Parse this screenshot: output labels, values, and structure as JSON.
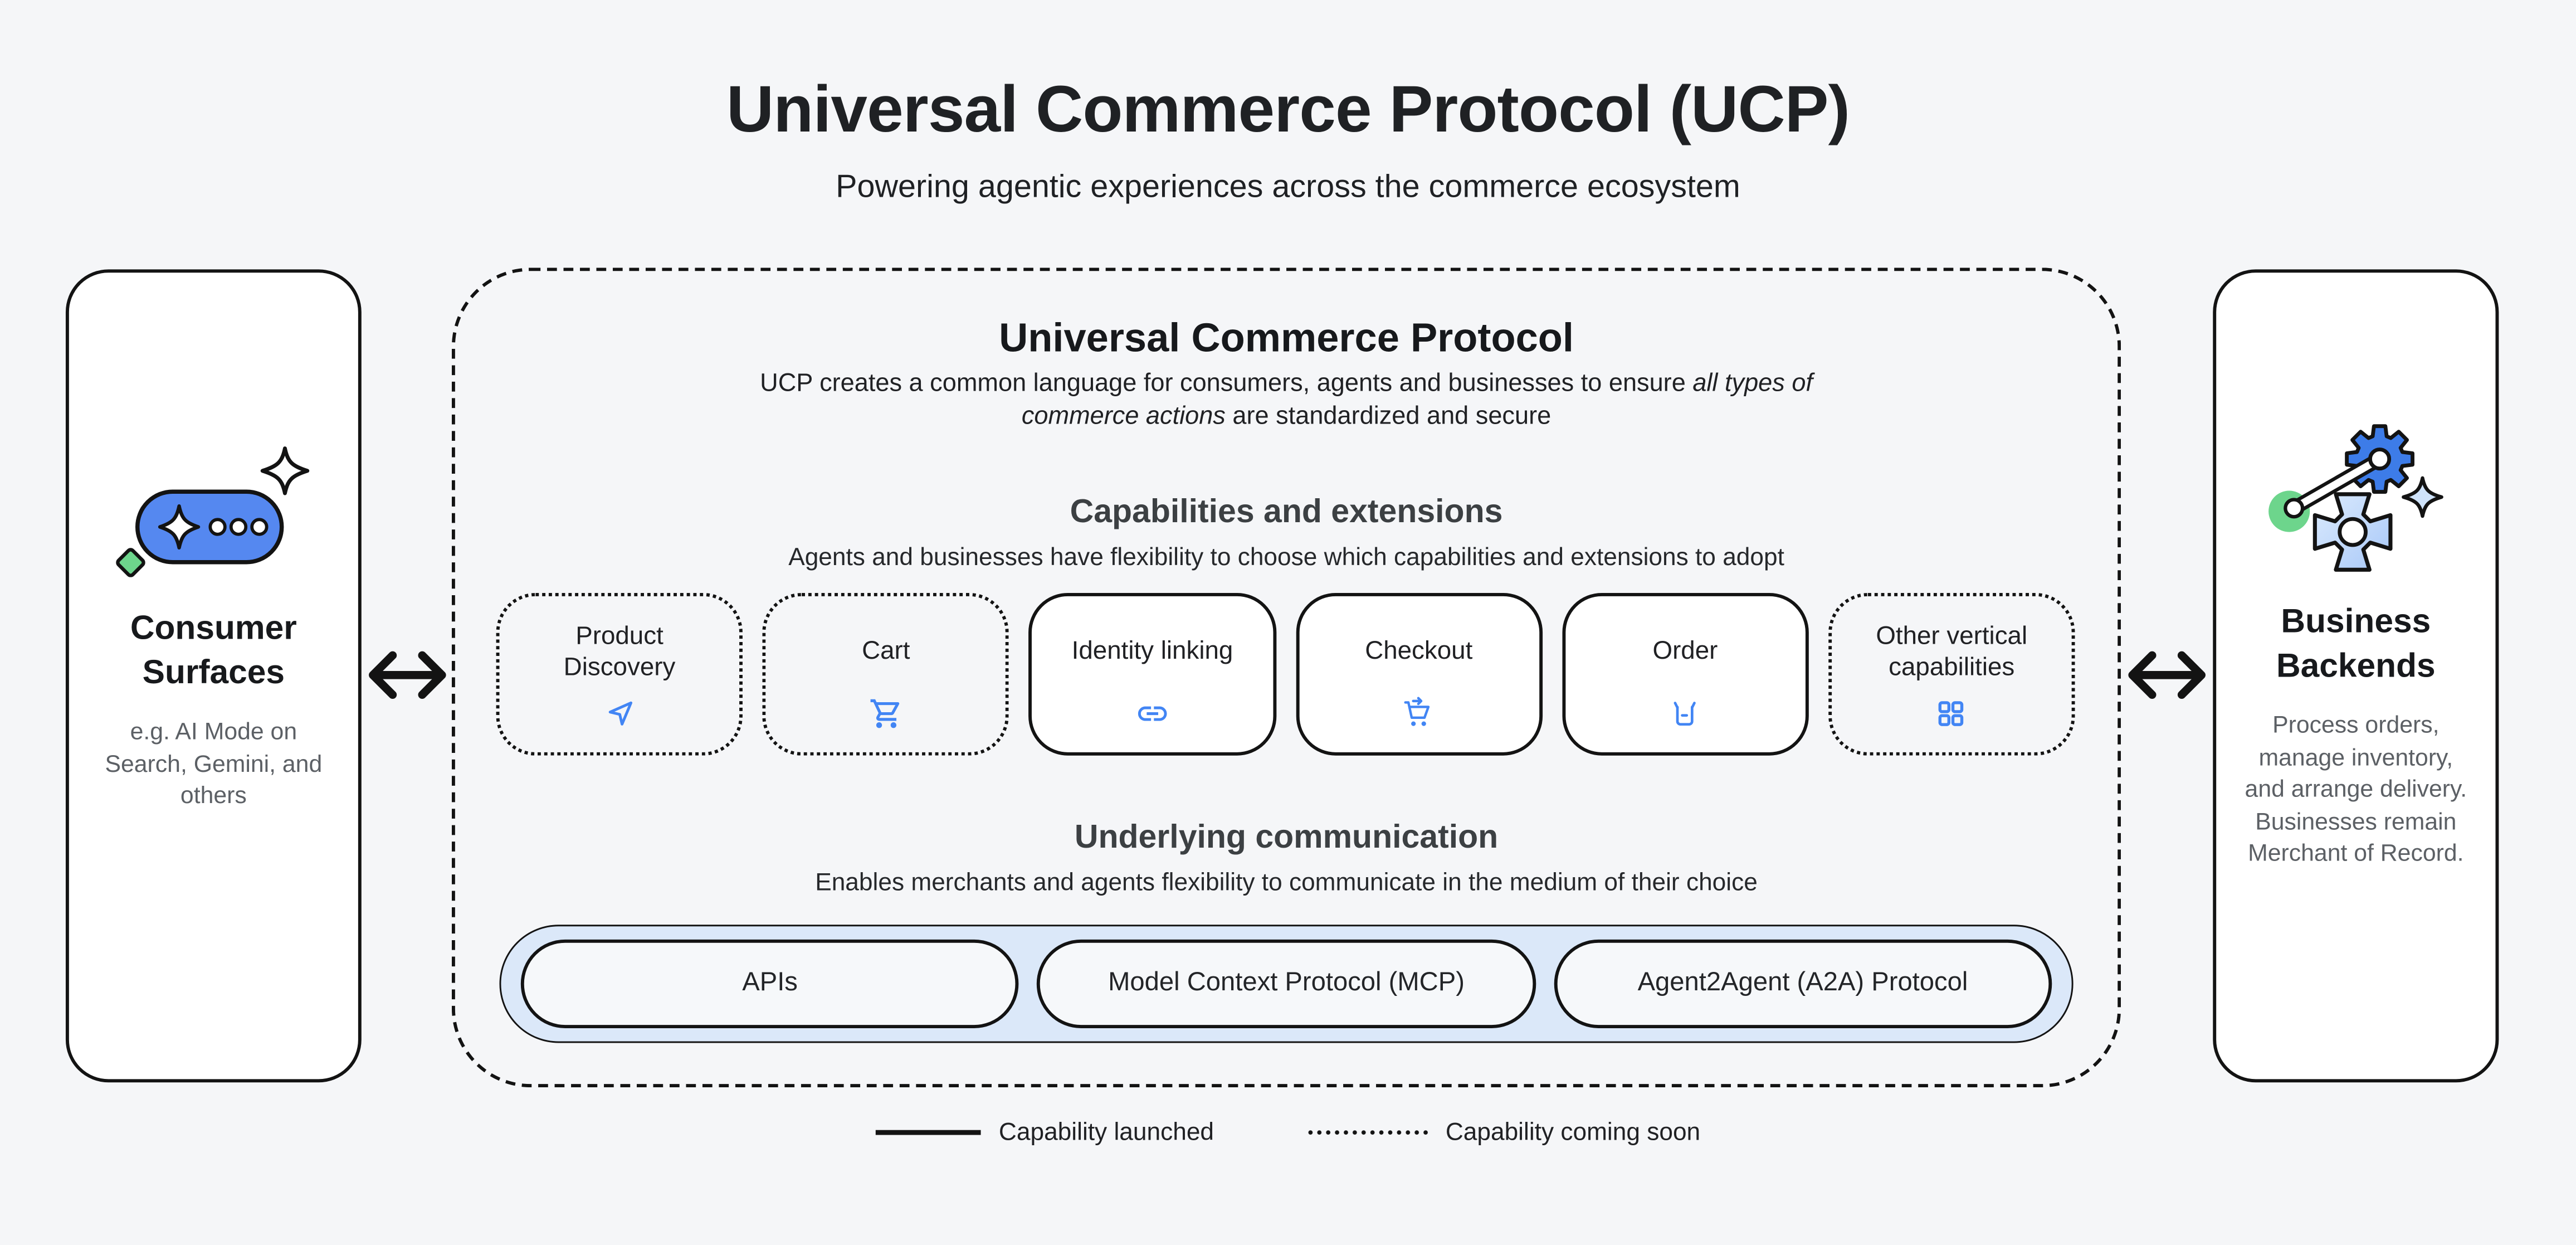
{
  "header": {
    "title": "Universal Commerce Protocol (UCP)",
    "subtitle": "Powering agentic experiences across the commerce ecosystem"
  },
  "consumer_surfaces": {
    "title": "Consumer Surfaces",
    "description": "e.g. AI Mode on Search, Gemini, and others"
  },
  "ucp_panel": {
    "title": "Universal Commerce Protocol",
    "description": {
      "prefix": "UCP creates a common language for consumers, agents and businesses to ensure ",
      "italic": "all types of commerce actions",
      "suffix": " are standardized and secure"
    },
    "capabilities": {
      "title": "Capabilities and extensions",
      "subtitle": "Agents and businesses have flexibility to choose which capabilities and extensions to adopt",
      "items": [
        {
          "label": "Product Discovery",
          "icon": "send-arrow-icon",
          "status": "coming soon"
        },
        {
          "label": "Cart",
          "icon": "shopping-cart-icon",
          "status": "coming soon"
        },
        {
          "label": "Identity linking",
          "icon": "link-icon",
          "status": "launched"
        },
        {
          "label": "Checkout",
          "icon": "cart-checkout-icon",
          "status": "launched"
        },
        {
          "label": "Order",
          "icon": "order-box-icon",
          "status": "launched"
        },
        {
          "label": "Other vertical capabilities",
          "icon": "grid-icon",
          "status": "coming soon"
        }
      ]
    },
    "communication": {
      "title": "Underlying communication",
      "subtitle": "Enables merchants and agents flexibility to communicate in the medium of their choice",
      "channels": [
        {
          "label": "APIs"
        },
        {
          "label": "Model Context Protocol (MCP)"
        },
        {
          "label": "Agent2Agent (A2A) Protocol"
        }
      ]
    }
  },
  "business_backends": {
    "title": "Business Backends",
    "description": "Process orders, manage inventory, and arrange delivery. Businesses remain Merchant of Record."
  },
  "legend": {
    "launched": "Capability launched",
    "coming_soon": "Capability coming soon"
  },
  "colors": {
    "background": "#f5f6f8",
    "accent_blue": "#4285f4",
    "consumer_pill_blue": "#5588f0",
    "communication_bar_blue": "#dbe8f9",
    "green": "#6dd58c",
    "outline_black": "#131313",
    "text_primary": "#202124",
    "text_secondary": "#5c6065",
    "heading_gray": "#3c4043"
  }
}
